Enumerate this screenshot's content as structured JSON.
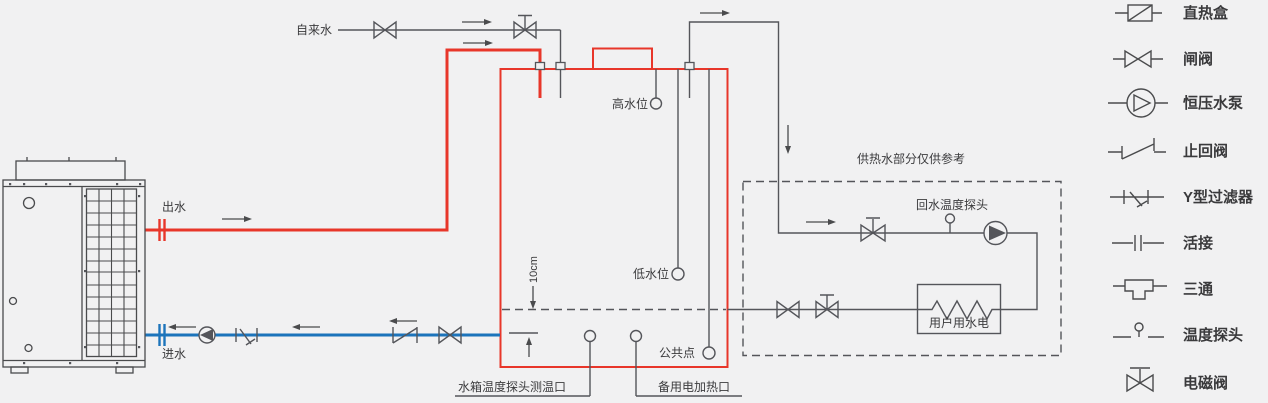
{
  "colors": {
    "pipe_hot": "#e8362a",
    "pipe_cold": "#1c74bb",
    "line": "#54555a",
    "background": "#f1f1f2",
    "text": "#3b3b3d"
  },
  "supply": {
    "tap_water_label": "自来水"
  },
  "unit": {
    "outlet_label": "出水",
    "inlet_label": "进水"
  },
  "tank": {
    "high_level_label": "高水位",
    "low_level_label": "低水位",
    "common_point_label": "公共点",
    "level_gap_label": "10cm",
    "temp_probe_port_label": "水箱温度探头测温口",
    "backup_heater_port_label": "备用电加热口"
  },
  "hot_water_section": {
    "title": "供热水部分仅供参考",
    "return_probe_label": "回水温度探头",
    "user_load_label": "用户用水电"
  },
  "legend": {
    "items": [
      {
        "symbol": "direct-heat-box-icon",
        "label": "直热盒"
      },
      {
        "symbol": "gate-valve-icon",
        "label": "闸阀"
      },
      {
        "symbol": "constant-pressure-pump-icon",
        "label": "恒压水泵"
      },
      {
        "symbol": "check-valve-icon",
        "label": "止回阀"
      },
      {
        "symbol": "y-strainer-icon",
        "label": "Y型过滤器"
      },
      {
        "symbol": "union-icon",
        "label": "活接"
      },
      {
        "symbol": "tee-icon",
        "label": "三通"
      },
      {
        "symbol": "temperature-probe-icon",
        "label": "温度探头"
      },
      {
        "symbol": "solenoid-valve-icon",
        "label": "电磁阀"
      }
    ]
  }
}
